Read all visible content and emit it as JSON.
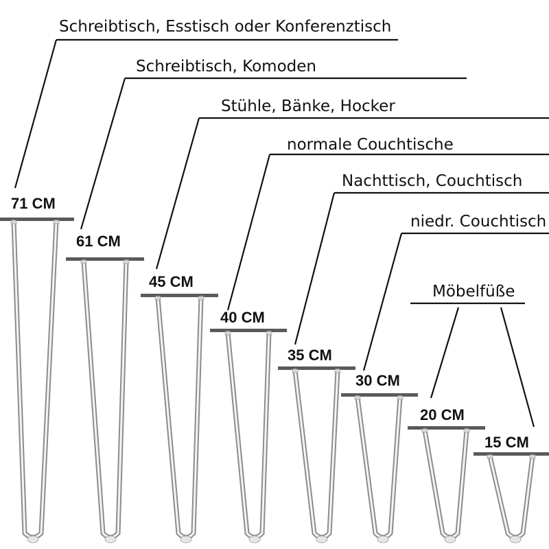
{
  "legs": [
    {
      "size": "71 CM",
      "usage": "Schreibtisch, Esstisch oder Konferenztisch"
    },
    {
      "size": "61 CM",
      "usage": "Schreibtisch, Komoden"
    },
    {
      "size": "45 CM",
      "usage": "Stühle, Bänke, Hocker"
    },
    {
      "size": "40 CM",
      "usage": "normale Couchtische"
    },
    {
      "size": "35 CM",
      "usage": "Nachttisch, Couchtisch"
    },
    {
      "size": "30 CM",
      "usage": "niedr. Couchtisch"
    },
    {
      "size": "20 CM",
      "usage": "Möbelfüße"
    },
    {
      "size": "15 CM",
      "usage": "Möbelfüße"
    }
  ],
  "colors": {
    "line": "#111111",
    "chrome_dark": "#8c8c8c",
    "chrome_light": "#f4f4f4",
    "plate": "#5a5a5a"
  }
}
